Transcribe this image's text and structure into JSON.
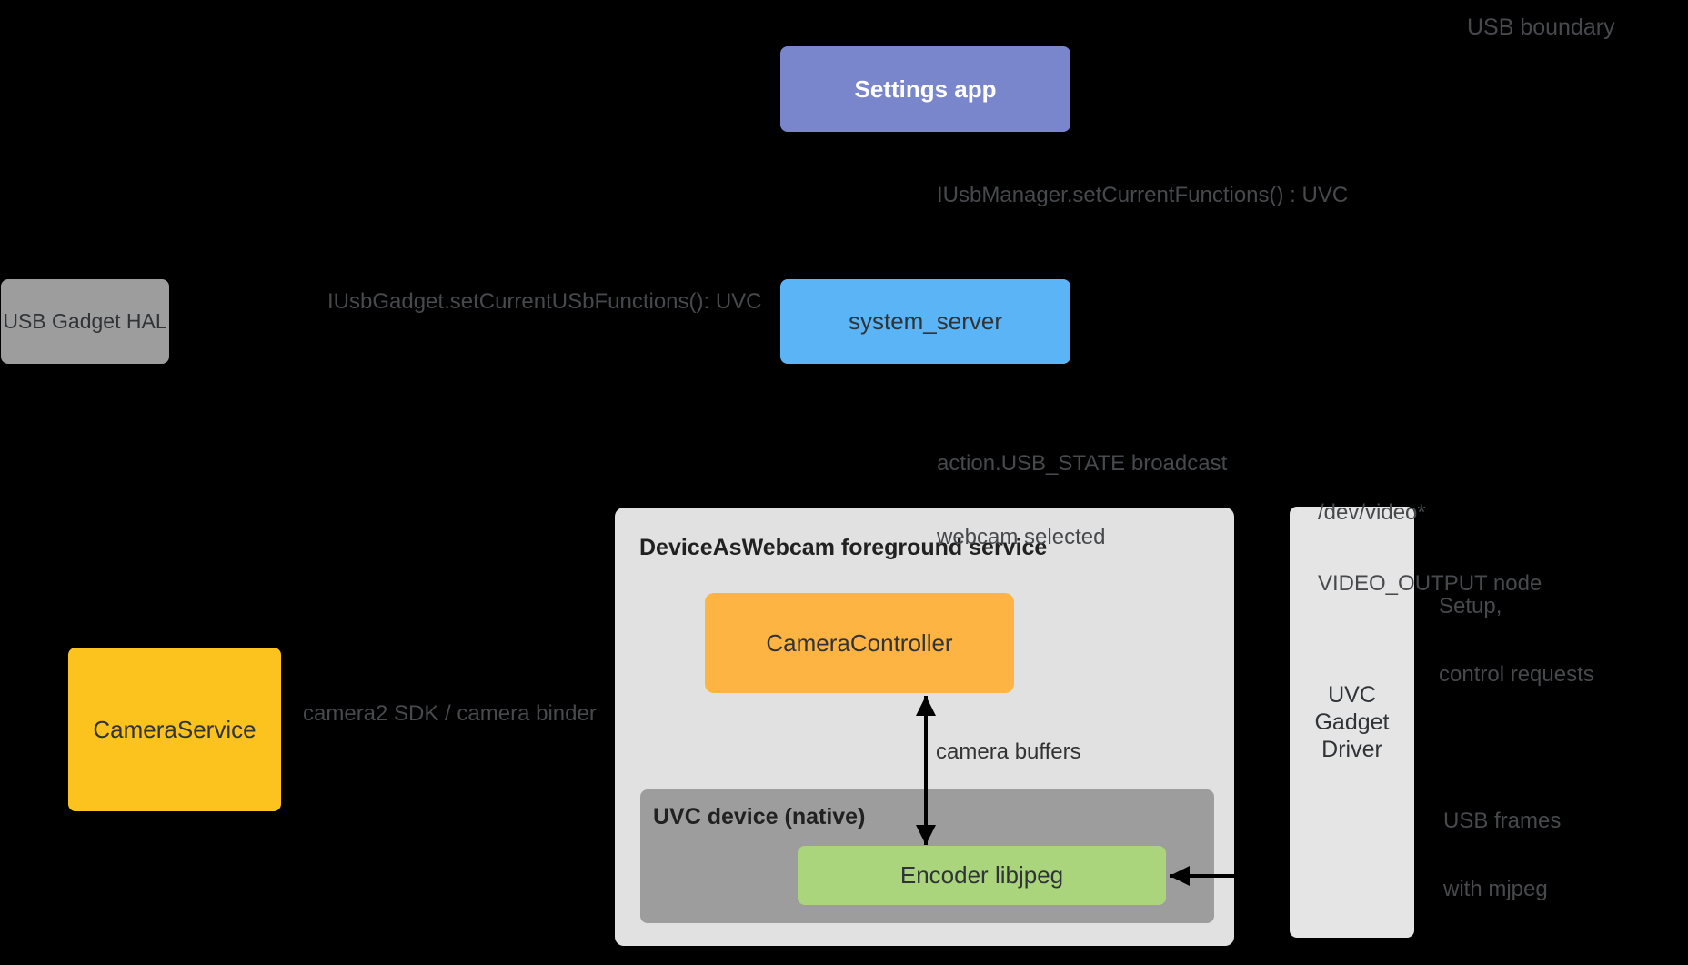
{
  "colors": {
    "background": "#000000",
    "settings_app": "#7A86CB",
    "settings_text": "#FFFFFF",
    "system_server": "#5AB4F5",
    "usb_gadget_hal": "#9D9D9D",
    "camera_service": "#FCC21E",
    "container": "#E1E1E1",
    "container_title": "#212121",
    "camera_controller": "#FDB442",
    "uvc_device": "#9D9D9D",
    "encoder": "#AAD57D",
    "uvc_gadget_driver": "#E5E5E5",
    "box_text_dark": "#303438",
    "annotation_text": "#47494D",
    "camera_buffers_text": "#333333",
    "arrow": "#000000"
  },
  "nodes": {
    "settings_app": {
      "label": "Settings app"
    },
    "system_server": {
      "label": "system_server"
    },
    "usb_gadget_hal": {
      "label": "USB Gadget HAL"
    },
    "camera_service": {
      "label": "CameraService"
    },
    "foreground_service": {
      "title": "DeviceAsWebcam foreground service"
    },
    "camera_controller": {
      "label": "CameraController"
    },
    "uvc_device": {
      "title": "UVC device (native)"
    },
    "encoder": {
      "label": "Encoder libjpeg"
    },
    "uvc_gadget_driver": {
      "line1": "UVC",
      "line2": "Gadget",
      "line3": "Driver"
    }
  },
  "annotations": {
    "usb_boundary": "USB boundary",
    "iusbmanager": "IUsbManager.setCurrentFunctions() : UVC",
    "iusbgadget": "IUsbGadget.setCurrentUSbFunctions(): UVC",
    "usb_state_line1": "action.USB_STATE broadcast",
    "usb_state_line2": "webcam selected",
    "dev_video_line1": "/dev/video*",
    "dev_video_line2": "VIDEO_OUTPUT node",
    "setup_line1": "Setup,",
    "setup_line2": "control requests",
    "camera_buffers": "camera buffers",
    "usb_frames_line1": "USB frames",
    "usb_frames_line2": "with mjpeg",
    "camera2_sdk": "camera2 SDK / camera binder"
  }
}
